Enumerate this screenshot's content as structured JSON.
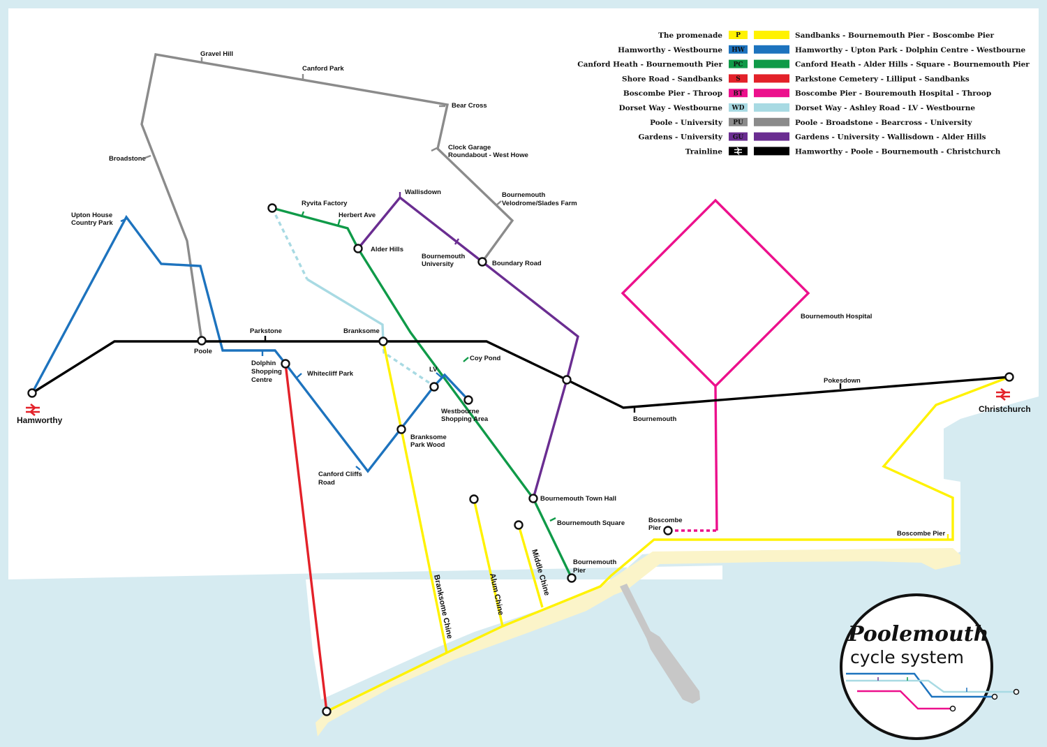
{
  "colors": {
    "promenade": "#fff200",
    "hamworthy_westbourne": "#1d73be",
    "canford_heath": "#0f9a48",
    "shore_road": "#e32129",
    "boscombe_throop": "#ec108c",
    "dorset_way": "#a8dae3",
    "poole_university": "#8b8b8b",
    "gardens_university": "#6a2d91",
    "trainline": "#000000",
    "sea": "#d6ebf1",
    "beach": "#fbf4c9",
    "pier": "#c7c7c7"
  },
  "legend": [
    {
      "name": "The promenade",
      "code": "P",
      "route": "Sandbanks - Bournemouth Pier - Boscombe Pier",
      "color_key": "promenade"
    },
    {
      "name": "Hamworthy - Westbourne",
      "code": "HW",
      "route": "Hamworthy - Upton Park - Dolphin Centre - Westbourne",
      "color_key": "hamworthy_westbourne"
    },
    {
      "name": "Canford Heath - Bournemouth Pier",
      "code": "PC",
      "route": "Canford Heath - Alder Hills - Square - Bournemouth Pier",
      "color_key": "canford_heath"
    },
    {
      "name": "Shore Road - Sandbanks",
      "code": "S",
      "route": "Parkstone Cemetery - Lilliput - Sandbanks",
      "color_key": "shore_road"
    },
    {
      "name": "Boscombe  Pier - Throop",
      "code": "BT",
      "route": "Boscombe  Pier - Bouremouth Hospital - Throop",
      "color_key": "boscombe_throop"
    },
    {
      "name": "Dorset Way - Westbourne",
      "code": "WD",
      "route": "Dorset Way - Ashley Road - LV - Westbourne",
      "color_key": "dorset_way"
    },
    {
      "name": "Poole - University",
      "code": "PU",
      "route": "Poole - Broadstone - Bearcross - University",
      "color_key": "poole_university"
    },
    {
      "name": "Gardens - University",
      "code": "GU",
      "route": "Gardens - University - Wallisdown - Alder Hills",
      "color_key": "gardens_university"
    },
    {
      "name": "Trainline",
      "code": "train-icon",
      "route": "Hamworthy - Poole - Bournemouth - Christchurch",
      "color_key": "trainline"
    }
  ],
  "stations": {
    "gravel_hill": "Gravel Hill",
    "canford_park": "Canford Park",
    "bear_cross": "Bear Cross",
    "clock_garage_1": "Clock Garage",
    "clock_garage_2": "Roundabout - West Howe",
    "broadstone": "Broadstone",
    "velodrome_1": "Bournemouth",
    "velodrome_2": "Velodrome/Slades Farm",
    "wallisdown": "Wallisdown",
    "ryvita": "Ryvita Factory",
    "herbert_ave": "Herbert Ave",
    "alder_hills": "Alder Hills",
    "bu_1": "Bournemouth",
    "bu_2": "University",
    "boundary_road": "Boundary Road",
    "upton_house_1": "Upton House",
    "upton_house_2": "Country Park",
    "parkstone": "Parkstone",
    "branksome": "Branksome",
    "poole": "Poole",
    "dolphin_1": "Dolphin",
    "dolphin_2": "Shopping",
    "dolphin_3": "Centre",
    "whitecliff": "Whitecliff Park",
    "lv": "LV",
    "coy_pond": "Coy Pond",
    "westbourne_1": "Westbourne",
    "westbourne_2": "Shopping Area",
    "hamworthy": "Hamworthy",
    "bournemouth": "Bournemouth",
    "pokesdown": "Pokesdown",
    "christchurch": "Christchurch",
    "branksome_park_wood_1": "Branksome",
    "branksome_park_wood_2": "Park Wood",
    "canford_cliffs_1": "Canford Cliffs",
    "canford_cliffs_2": "Road",
    "bournemouth_hospital": "Bournemouth Hospital",
    "bournemouth_town_hall": "Bournemouth Town Hall",
    "bournemouth_square": "Bournemouth Square",
    "boscombe_pier_a_1": "Boscombe",
    "boscombe_pier_a_2": "Pier",
    "boscombe_pier_b": "Boscombe Pier",
    "bournemouth_pier_1": "Bournemouth",
    "bournemouth_pier_2": "Pier",
    "branksome_chine": "Branksome Chine",
    "alum_chine": "Alum Chine",
    "middle_chine": "Middle Chine"
  },
  "logo": {
    "title": "Poolemouth",
    "subtitle": "cycle system"
  }
}
